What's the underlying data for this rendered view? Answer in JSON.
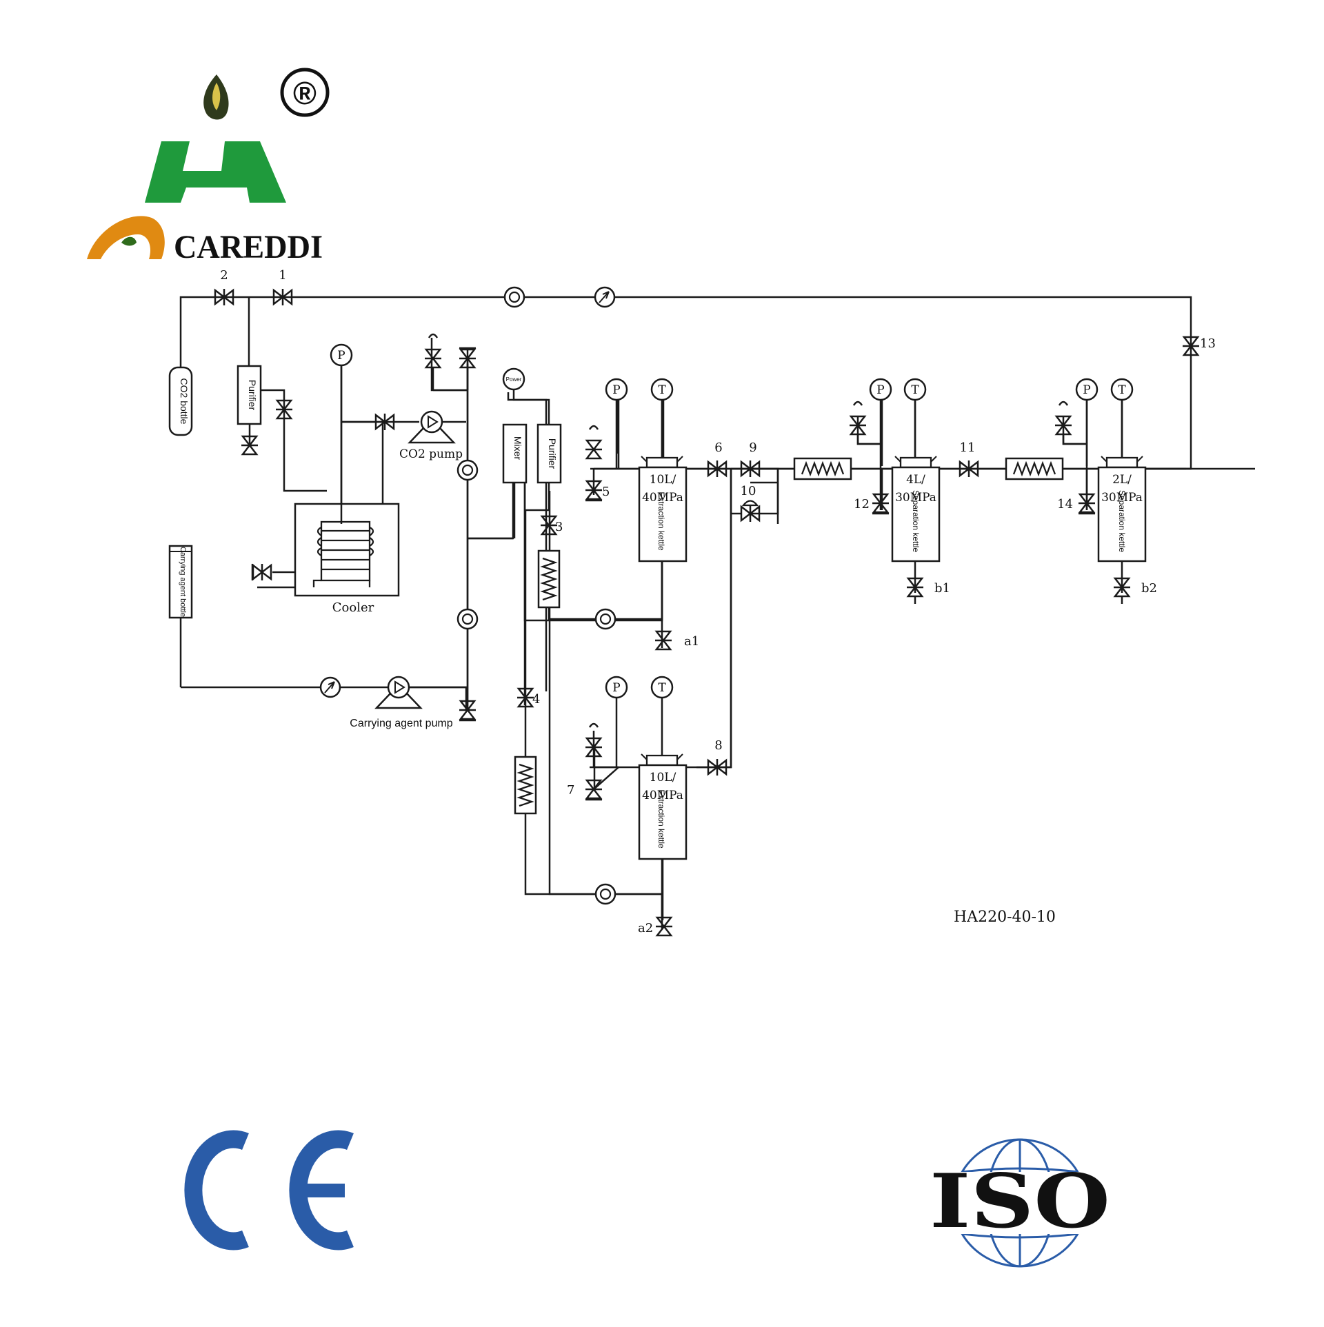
{
  "branding": {
    "company_name": "CAREDDI",
    "registered_mark": "®",
    "colors": {
      "green": "#1f9a3c",
      "orange": "#e08a12",
      "blue": "#2a5ca8",
      "line": "#1a1a1a"
    }
  },
  "certifications": {
    "ce": "CE",
    "iso": "ISO"
  },
  "model": "HA220-40-10",
  "equipment": {
    "co2_bottle": "CO2 bottle",
    "purifier_1": "Purifier",
    "purifier_2": "Purifier",
    "mixer": "Mixer",
    "power": "Power",
    "cooler": "Cooler",
    "co2_pump": "CO2 pump",
    "carrying_agent_bottle": "Carrying agent bottle",
    "carrying_agent_pump": "Carrying agent pump",
    "extraction_kettle_1": {
      "capacity": "10L/",
      "pressure": "40MPa",
      "name": "Extraction kettle"
    },
    "extraction_kettle_2": {
      "capacity": "10L/",
      "pressure": "40MPa",
      "name": "Extraction kettle"
    },
    "separation_kettle_1": {
      "capacity": "4L/",
      "pressure": "30MPa",
      "name": "Separation kettle"
    },
    "separation_kettle_2": {
      "capacity": "2L/",
      "pressure": "30MPa",
      "name": "Separation kettle"
    }
  },
  "gauges": {
    "pressure": "P",
    "temperature": "T"
  },
  "valve_labels": [
    "1",
    "2",
    "3",
    "4",
    "5",
    "6",
    "7",
    "8",
    "9",
    "10",
    "11",
    "12",
    "13",
    "14",
    "a1",
    "a2",
    "b1",
    "b2"
  ]
}
